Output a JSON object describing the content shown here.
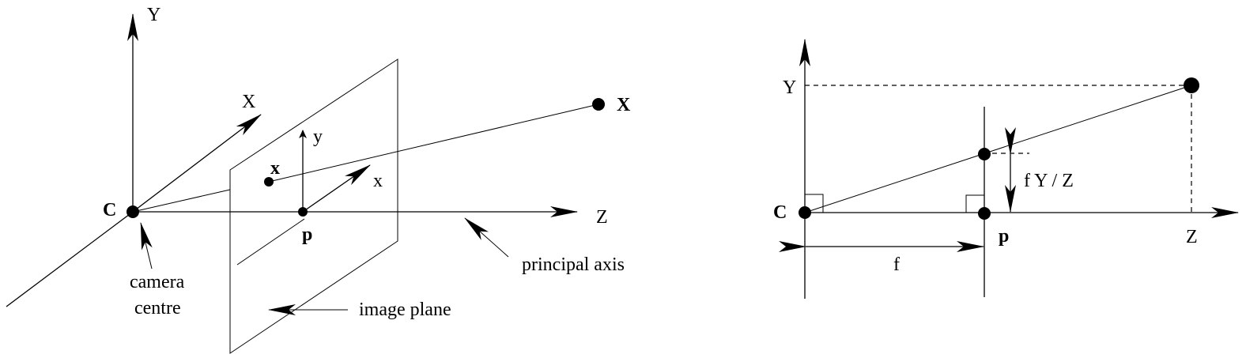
{
  "left_diagram": {
    "axis_y": "Y",
    "axis_x": "X",
    "axis_z": "Z",
    "camera_point": "C",
    "camera_caption_line1": "camera",
    "camera_caption_line2": "centre",
    "world_point": "X",
    "image_point": "x",
    "principal_point": "p",
    "image_axis_y": "y",
    "image_axis_x": "x",
    "principal_axis_label": "principal axis",
    "image_plane_label": "image plane"
  },
  "right_diagram": {
    "axis_y": "Y",
    "axis_z": "Z",
    "camera_point": "C",
    "principal_point": "p",
    "focal_length": "f",
    "projection_formula": "f Y / Z"
  }
}
